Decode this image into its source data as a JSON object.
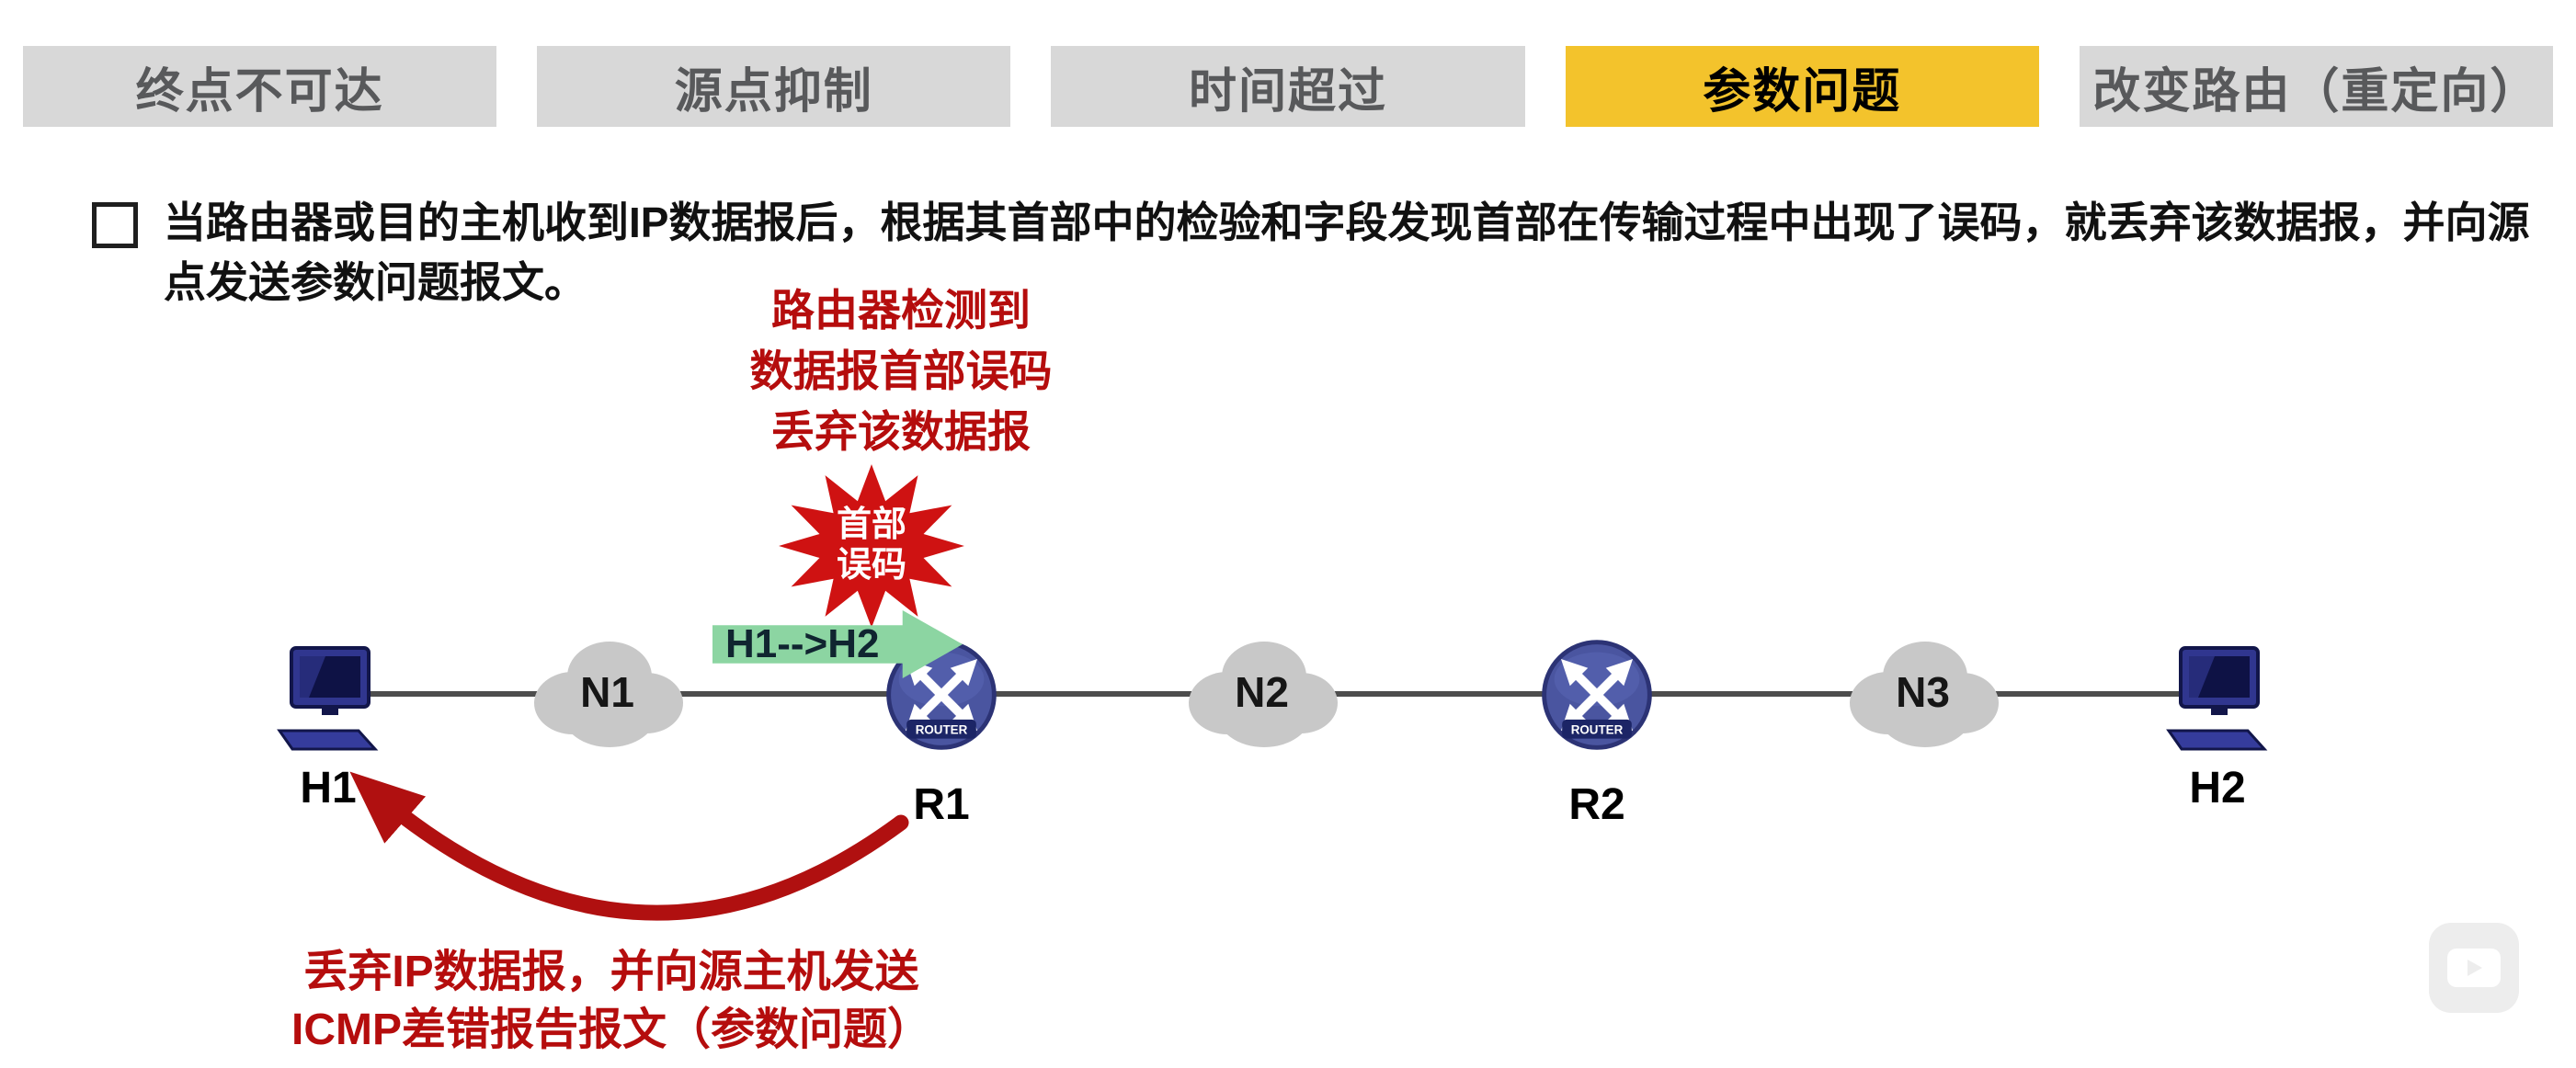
{
  "tabs": [
    {
      "label": "终点不可达",
      "active": false
    },
    {
      "label": "源点抑制",
      "active": false
    },
    {
      "label": "时间超过",
      "active": false
    },
    {
      "label": "参数问题",
      "active": true
    },
    {
      "label": "改变路由（重定向）",
      "active": false
    }
  ],
  "bullet": {
    "text": "当路由器或目的主机收到IP数据报后，根据其首部中的检验和字段发现首部在传输过程中出现了误码，就丢弃该数据报，并向源点发送参数问题报文。"
  },
  "annotations": {
    "router_detect": [
      "路由器检测到",
      "数据报首部误码",
      "丢弃该数据报"
    ],
    "burst": [
      "首部",
      "误码"
    ],
    "packet": "H1-->H2",
    "bottom": [
      "丢弃IP数据报，并向源主机发送",
      "ICMP差错报告报文（参数问题）"
    ]
  },
  "diagram": {
    "hosts": [
      {
        "label": "H1"
      },
      {
        "label": "H2"
      }
    ],
    "clouds": [
      "N1",
      "N2",
      "N3"
    ],
    "routers": [
      {
        "label": "R1",
        "badge": "ROUTER"
      },
      {
        "label": "R2",
        "badge": "ROUTER"
      }
    ]
  },
  "colors": {
    "active_tab": "#f3c32c",
    "tab_gray": "#d8d8d8",
    "alert_red": "#b50d0d",
    "arrow_green": "#8cd5a2",
    "node_blue": "#30368f",
    "cloud_gray": "#c8c8c8"
  }
}
